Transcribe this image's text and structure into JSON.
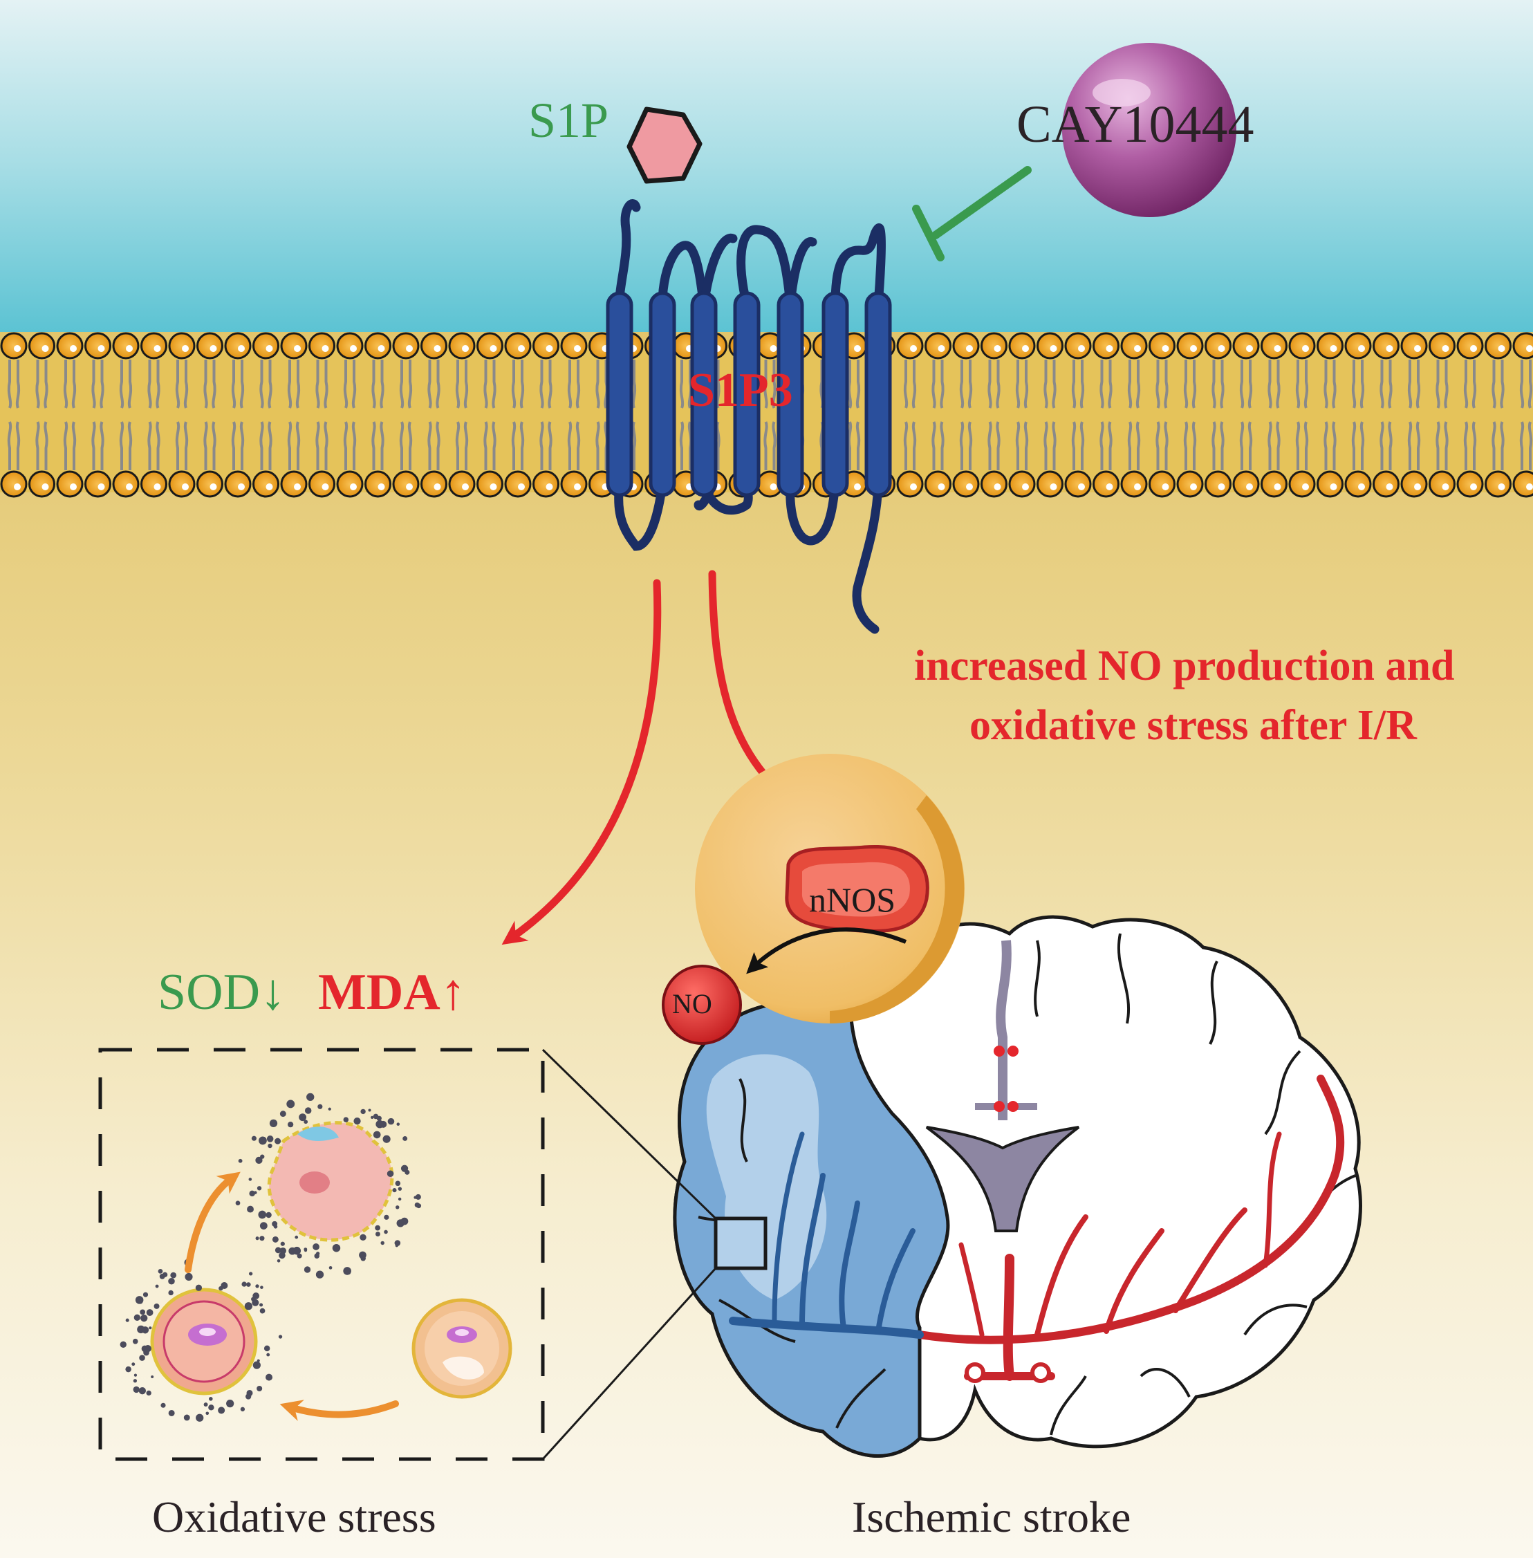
{
  "labels": {
    "ligand": "S1P",
    "antagonist": "CAY10444",
    "receptor": "S1P3",
    "effect_line1": "increased NO production and",
    "effect_line2": "oxidative stress after I/R",
    "enzyme": "nNOS",
    "product": "NO",
    "sod": "SOD",
    "sod_arrow": "↓",
    "mda": "MDA",
    "mda_arrow": "↑",
    "oxidative_caption": "Oxidative stress",
    "stroke_caption": "Ischemic stroke"
  },
  "colors": {
    "extracellular_top": "#e4f2f4",
    "extracellular_bottom": "#5cc3d3",
    "cytoplasm_top": "#e2c56b",
    "cytoplasm_bottom": "#fbf8ef",
    "lipid_head": "#f1a21e",
    "receptor": "#2a4f9c",
    "activation_arrow": "#e4262c",
    "inhibition": "#3a9a4e",
    "ligand_fill": "#ef9aa1",
    "antagonist_fill": "#9b3d8a",
    "cell_fill": "#f2c26e",
    "ischemic_region": "#79a9d6",
    "vessels": "#c8262c",
    "cycle_arrows": "#ec8f2f"
  }
}
